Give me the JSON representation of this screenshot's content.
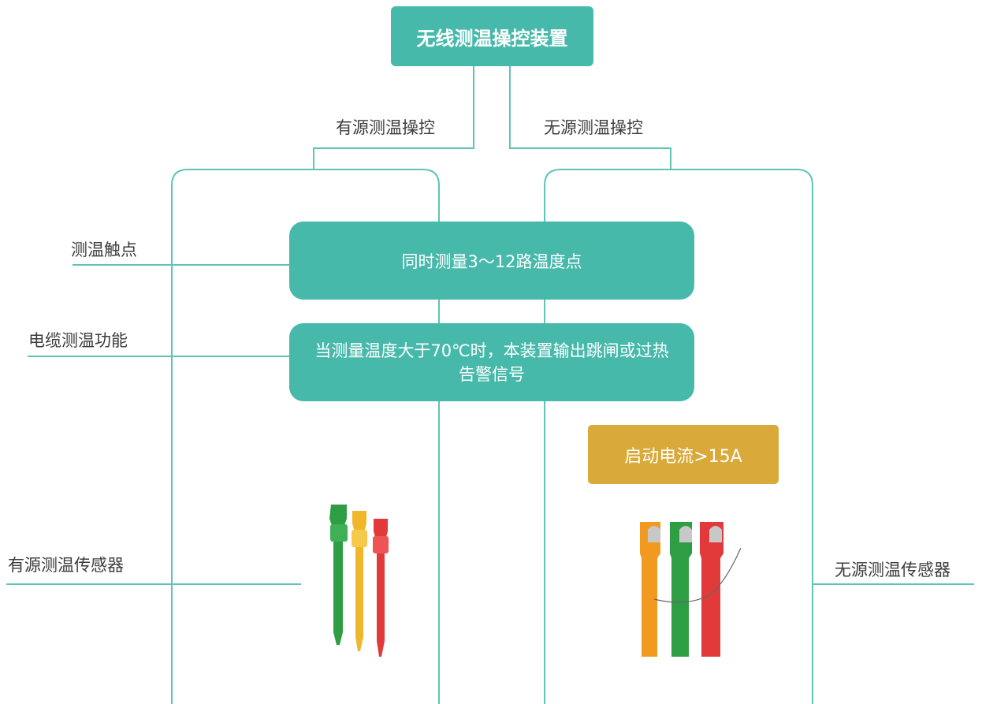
{
  "diagram": {
    "root": {
      "text": "无线测温操控装置"
    },
    "branches": [
      {
        "label": "有源测温操控"
      },
      {
        "label": "无源测温操控"
      }
    ],
    "features": [
      {
        "label": "测温触点",
        "box_text": "同时测量3～12路温度点"
      },
      {
        "label": "电缆测温功能",
        "box_text": "当测量温度大于70℃时，本装置输出跳闸或过热告警信号"
      }
    ],
    "passive_note": {
      "text": "启动电流>15A"
    },
    "sensors": [
      {
        "label": "有源测温传感器",
        "icon": "active-sensor-straps-icon"
      },
      {
        "label": "无源测温传感器",
        "icon": "passive-sensor-straps-icon"
      }
    ],
    "colors": {
      "teal": "#47b9ab",
      "gold": "#d9a93a",
      "line": "#5fc3b6",
      "text": "#3c3c3c",
      "sensor_green": "#2e9e45",
      "sensor_yellow": "#f0b72a",
      "sensor_red": "#e23a3a",
      "sensor_orange": "#f29a1f"
    }
  }
}
